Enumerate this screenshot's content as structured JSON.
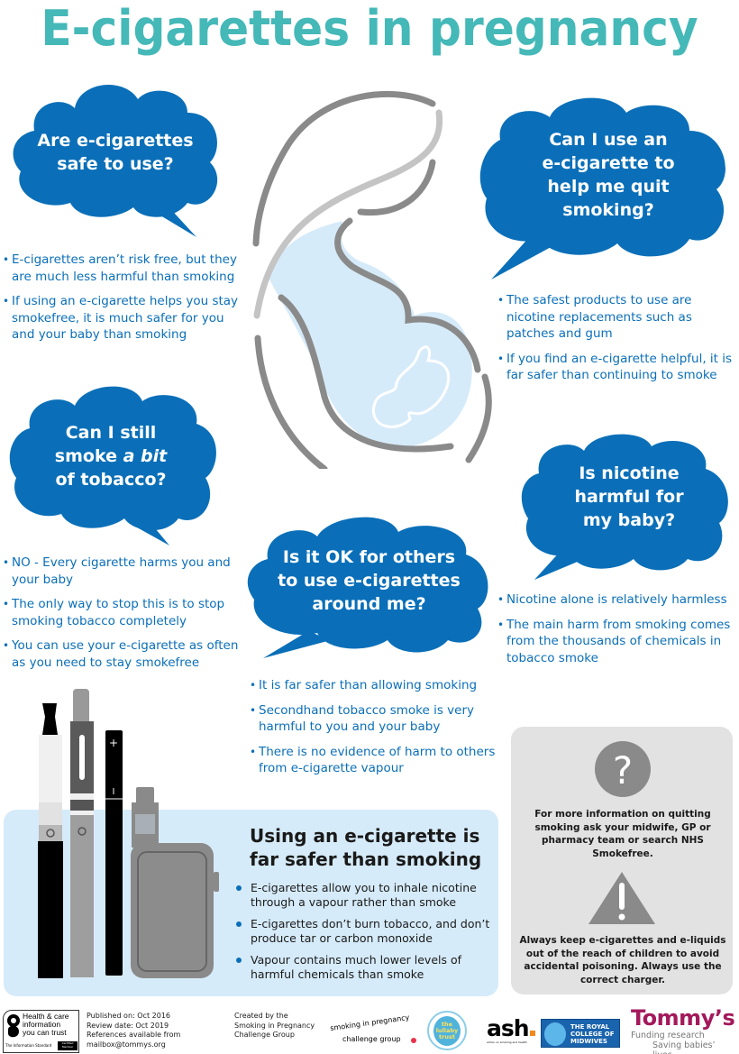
{
  "title": "E-cigarettes in pregnancy",
  "colors": {
    "title": "#45b8b8",
    "cloud": "#0a6fb8",
    "bullet_text": "#0a6fb8",
    "panel_blue": "#d6ebf9",
    "panel_grey": "#e2e2e2",
    "figure_grey": "#8a8a8a",
    "tommys": "#a3195b"
  },
  "sections": [
    {
      "question": [
        "Are e-cigarettes",
        "safe to use?"
      ],
      "bullets": [
        "E-cigarettes aren’t risk free, but they are much less harmful than smoking",
        "If using an e-cigarette helps you stay smokefree, it is much safer for you and your baby than smoking"
      ]
    },
    {
      "question": [
        "Can I use an",
        "e-cigarette to",
        "help me quit",
        "smoking?"
      ],
      "bullets": [
        "The safest products to use are nicotine replacements such as patches and gum",
        "If you find an e-cigarette helpful, it is far safer than continuing to smoke"
      ]
    },
    {
      "question": [
        "Can I still",
        "smoke ",
        "a bit",
        "of tobacco?"
      ],
      "bullets": [
        "NO - Every cigarette harms you and your baby",
        "The only way to stop this is to stop smoking tobacco completely",
        "You can use your e-cigarette as often as you need to stay smokefree"
      ]
    },
    {
      "question": [
        "Is nicotine",
        "harmful for",
        "my baby?"
      ],
      "bullets": [
        "Nicotine alone is relatively harmless",
        "The main harm from smoking comes from the thousands of chemicals in tobacco smoke"
      ]
    },
    {
      "question": [
        "Is it OK for others",
        "to use e-cigarettes",
        "around me?"
      ],
      "bullets": [
        "It is far safer than allowing smoking",
        "Secondhand tobacco smoke is very harmful to you and your baby",
        "There is no evidence of harm to others from e-cigarette vapour"
      ]
    }
  ],
  "safer_panel": {
    "title": "Using an e-cigarette is far safer than smoking",
    "bullets": [
      "E-cigarettes allow you to inhale nicotine through a vapour rather than smoke",
      "E-cigarettes don’t burn tobacco, and don’t produce tar or carbon monoxide",
      "Vapour contains much lower levels of harmful chemicals than smoke"
    ]
  },
  "info_panel": {
    "question_icon": "question-mark-circle-icon",
    "info_text": "For more information on quitting smoking ask your midwife, GP or pharmacy team or search NHS Smokefree.",
    "warning_icon": "warning-triangle-icon",
    "warning_text": "Always keep e-cigarettes and e-liquids out of the reach of children to avoid accidental poisoning. Always use the correct charger."
  },
  "device_labels": {
    "plus": "+",
    "minus": "I"
  },
  "footer": {
    "trust_badge": {
      "line1": "Health & care",
      "line2": "information",
      "line3": "you can trust",
      "standard": "The Information Standard",
      "member": "Certified Member"
    },
    "published": "Published on: Oct 2016",
    "review": "Review date: Oct 2019",
    "references": "References available from",
    "email": "mailbox@tommys.org",
    "created_by": [
      "Created by the",
      "Smoking in Pregnancy",
      "Challenge Group"
    ],
    "logos": {
      "spcg_top": "smoking in pregnancy",
      "spcg_bottom": "challenge group",
      "lullaby": [
        "the",
        "lullaby",
        "trust"
      ],
      "ash": "ash",
      "ash_sub": "action on smoking and health",
      "rcm": [
        "THE ROYAL",
        "COLLEGE OF",
        "MIDWIVES"
      ],
      "tommys": "Tommy’s",
      "tommys_tag1": "Funding research",
      "tommys_tag2": "Saving babies’ lives"
    }
  }
}
